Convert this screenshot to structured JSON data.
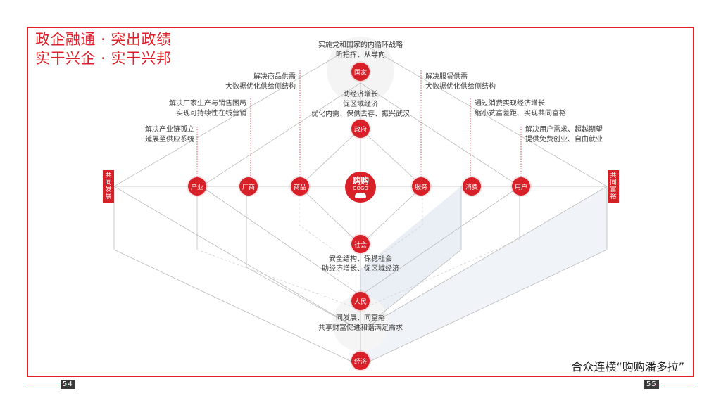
{
  "titles": {
    "line1": "政企融通 · 突出政绩",
    "line2": "实干兴企 · 实干兴邦"
  },
  "slogan": "合众连横“购购潘多拉”",
  "logo": {
    "main": "购购",
    "sub": "GOGO"
  },
  "pages": {
    "left": "54",
    "right": "55"
  },
  "side_tags": {
    "left": {
      "line1": "共同",
      "line2": "发展"
    },
    "right": {
      "line1": "共同",
      "line2": "富裕"
    }
  },
  "nodes": {
    "guojia": "国家",
    "zhengfu": "政府",
    "chanye": "产业",
    "changshang": "厂商",
    "shangpin": "商品",
    "fuwu": "服务",
    "xiaofei": "消费",
    "yonghu": "用户",
    "shehui": "社会",
    "renmin": "人民",
    "jingji": "经济"
  },
  "annotations": {
    "top": [
      "实施党和国家的内循环战略",
      "听指挥、从导向"
    ],
    "middle": [
      "助经济增长",
      "促区域经济",
      "优化内需、保供去存、振兴武汉"
    ],
    "shangpin": [
      "解决商品供需",
      "大数据优化供给侧结构"
    ],
    "changshang": [
      "解决厂家生产与销售困局",
      "实现可持续性在线营销"
    ],
    "chanye": [
      "解决产业链孤立",
      "延展至供应系统"
    ],
    "fuwu": [
      "解决服贸供需",
      "大数据优化供给侧结构"
    ],
    "xiaofei": [
      "通过消费实现经济增长",
      "缩小贫富差距、实现共同富裕"
    ],
    "yonghu": [
      "解决用户需求、超越期望",
      "提供免费创业、自由就业"
    ],
    "shehui": [
      "安全结构、保稳社会",
      "助经济增长、促区域经济"
    ],
    "renmin": [
      "同发展、同富裕",
      "共享财富促进和谐满足需求"
    ]
  },
  "colors": {
    "brand_red": "#d72027",
    "frame_red": "#e0202a",
    "shade": "#dfe6ee"
  }
}
